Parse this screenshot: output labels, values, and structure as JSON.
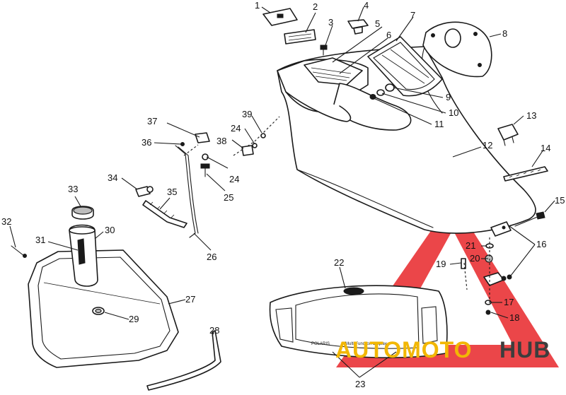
{
  "callouts": [
    "1",
    "2",
    "3",
    "4",
    "5",
    "6",
    "7",
    "8",
    "9",
    "10",
    "11",
    "12",
    "13",
    "14",
    "15",
    "16",
    "17",
    "18",
    "19",
    "20",
    "21",
    "22",
    "23",
    "24",
    "24",
    "25",
    "26",
    "27",
    "28",
    "29",
    "30",
    "31",
    "32",
    "33",
    "34",
    "35",
    "36",
    "37",
    "38",
    "39"
  ],
  "decal_text": {
    "brand": "POLARIS",
    "small": "Multi Function Display"
  },
  "watermark": {
    "word_accent": "AUTOMOTO",
    "word_dark": "HUB",
    "accent_color": "#f2b705",
    "dark_color": "#3d3d3d",
    "logo_color": "#e8262a"
  }
}
